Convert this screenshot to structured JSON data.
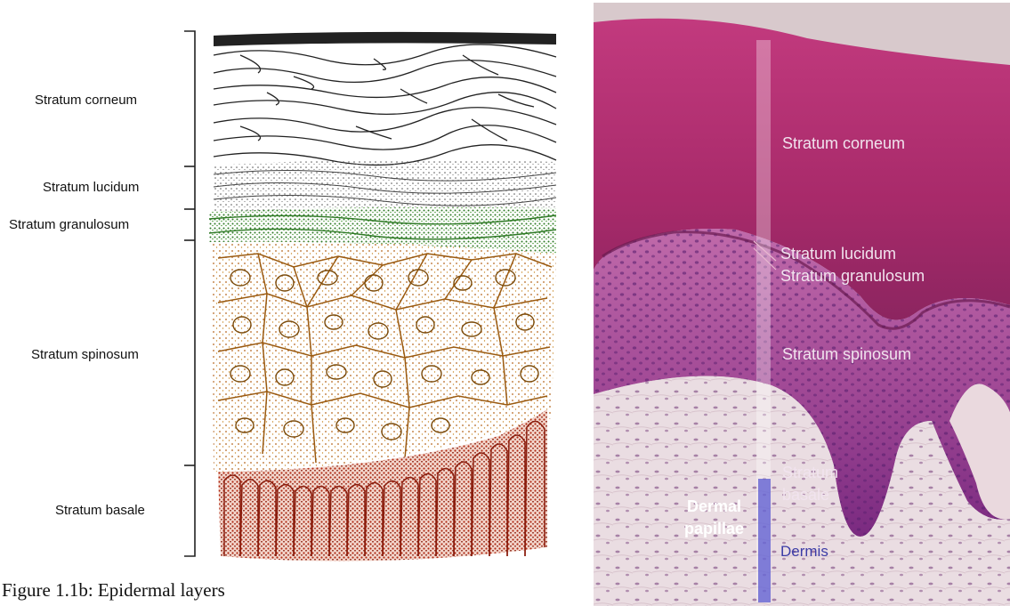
{
  "left_diagram": {
    "labels": {
      "corneum": "Stratum corneum",
      "lucidum": "Stratum lucidum",
      "granulosum": "Stratum granulosum",
      "spinosum": "Stratum spinosum",
      "basale": "Stratum basale"
    },
    "caption": "Figure 1.1b: Epidermal layers",
    "colors": {
      "corneum": "#222222",
      "lucidum": "#555555",
      "granulosum": "#4c9a3a",
      "spinosum": "#c98a2a",
      "basale": "#b02a14"
    }
  },
  "right_micrograph": {
    "labels": {
      "corneum": "Stratum corneum",
      "lucidum": "Stratum lucidum",
      "granulosum": "Stratum granulosum",
      "spinosum": "Stratum spinosum",
      "basale_line1": "Stratum",
      "basale_line2": "basale",
      "dermal_line1": "Dermal",
      "dermal_line2": "papillae",
      "dermis": "Dermis"
    },
    "colors": {
      "corneum": "#b42a70",
      "epidermis": "#9a3c9a",
      "dermis": "#e9dcdf",
      "marker": "#ffffff",
      "dermis_marker": "#4f4fcf"
    }
  }
}
